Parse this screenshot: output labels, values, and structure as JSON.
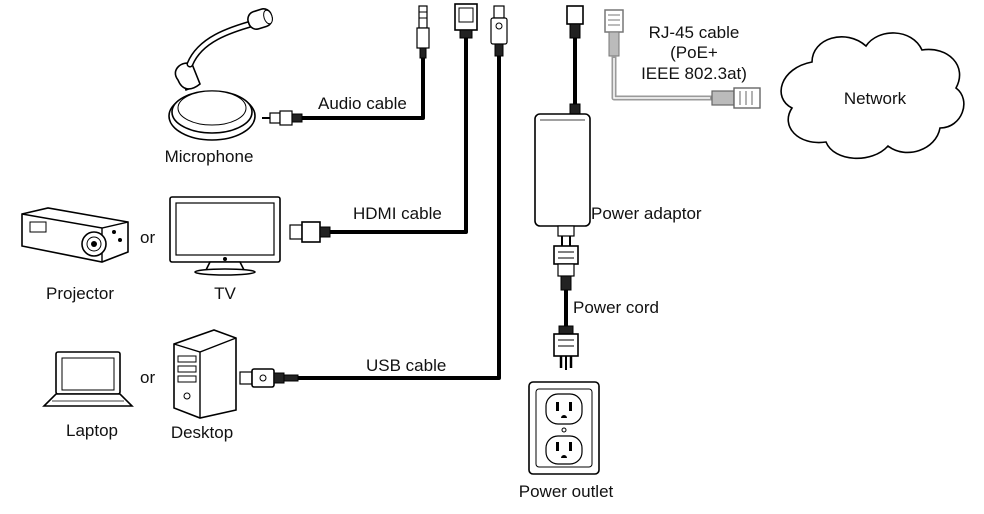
{
  "labels": {
    "microphone": "Microphone",
    "audio_cable": "Audio cable",
    "hdmi_cable": "HDMI cable",
    "projector": "Projector",
    "or_1": "or",
    "tv": "TV",
    "laptop": "Laptop",
    "or_2": "or",
    "desktop": "Desktop",
    "usb_cable": "USB cable",
    "power_adaptor": "Power adaptor",
    "power_cord": "Power cord",
    "power_outlet": "Power outlet",
    "rj45_line1": "RJ-45 cable",
    "rj45_line2": "(PoE+",
    "rj45_line3": "IEEE 802.3at)",
    "network": "Network"
  }
}
